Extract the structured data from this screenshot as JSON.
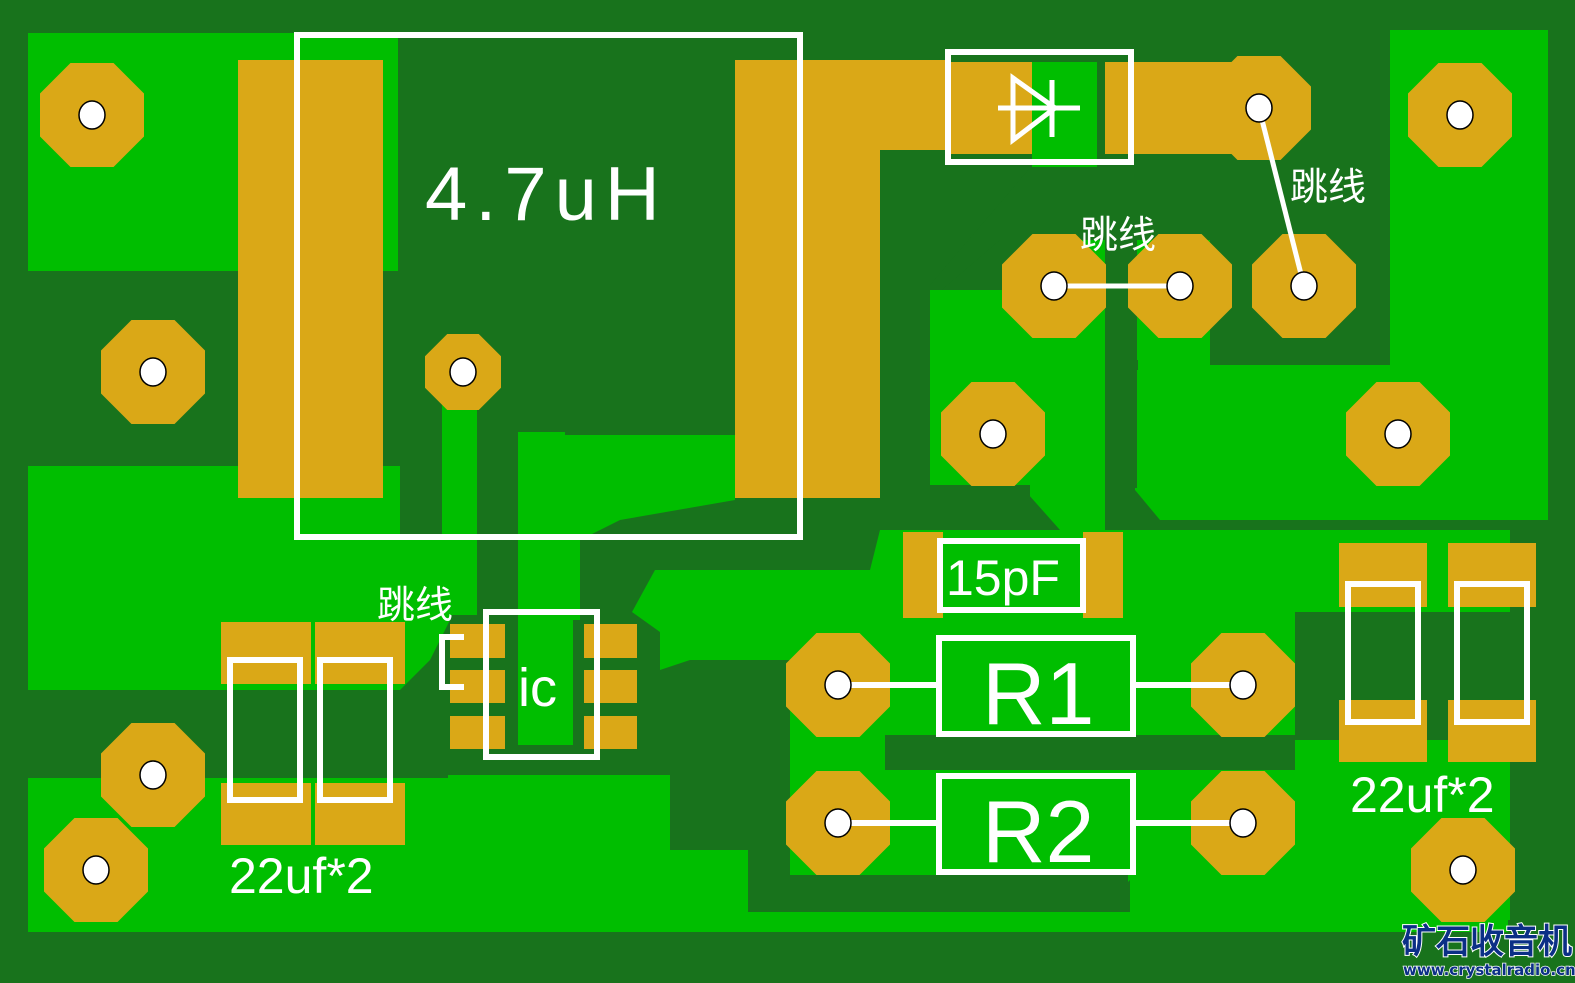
{
  "board": {
    "title": "PCB layout",
    "colors": {
      "substrate": "#18731c",
      "copper_pour": "#00be00",
      "pad": "#daa817",
      "silkscreen": "#ffffff",
      "drill": "#ffffff",
      "logo": "#0b2f86"
    }
  },
  "components": {
    "inductor": {
      "label": "4.7uH"
    },
    "diode": {
      "label": "diode-symbol"
    },
    "ic": {
      "label": "ic"
    },
    "capacitor_small": {
      "label": "15pF"
    },
    "r1": {
      "label": "R1"
    },
    "r2": {
      "label": "R2"
    },
    "cap_left": {
      "label": "22uf*2"
    },
    "cap_right": {
      "label": "22uf*2"
    }
  },
  "jumpers": [
    {
      "label": "跳线"
    },
    {
      "label": "跳线"
    },
    {
      "label": "跳线"
    }
  ],
  "logo": {
    "name": "矿石收音机",
    "url": "www.crystalradio.cn"
  }
}
